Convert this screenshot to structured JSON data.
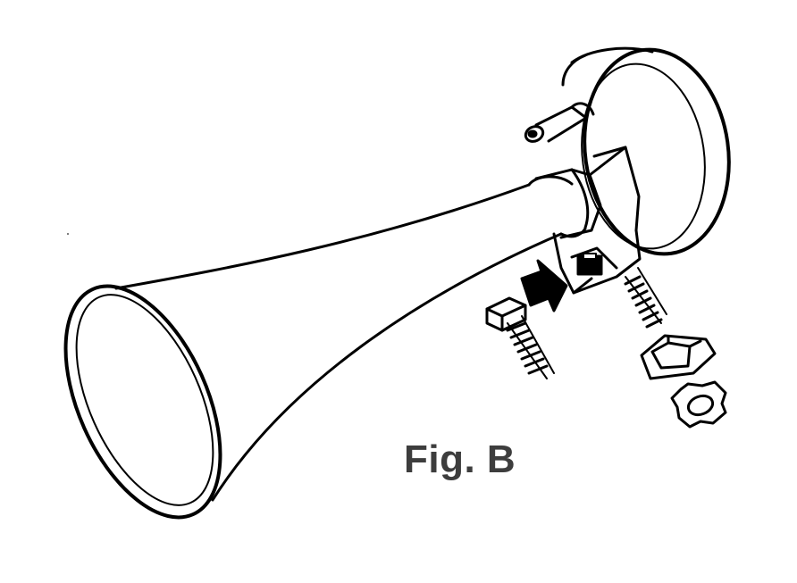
{
  "figure": {
    "caption": "Fig. B",
    "colors": {
      "ink": "#000000",
      "caption": "#3d3d3d",
      "background": "#ffffff"
    }
  },
  "parts": [
    {
      "name": "trumpet-horn",
      "icon": "flared-horn-icon"
    },
    {
      "name": "compressor-housing",
      "icon": "round-housing-icon"
    },
    {
      "name": "air-inlet-nipple",
      "icon": "hose-barb-icon"
    },
    {
      "name": "mounting-bracket",
      "icon": "bracket-icon"
    },
    {
      "name": "hex-bolt",
      "icon": "bolt-icon"
    },
    {
      "name": "stud",
      "icon": "threaded-stud-icon"
    },
    {
      "name": "hex-nut",
      "icon": "nut-icon"
    },
    {
      "name": "lock-washer",
      "icon": "star-washer-icon"
    },
    {
      "name": "direction-arrow",
      "icon": "arrow-right-icon"
    }
  ]
}
